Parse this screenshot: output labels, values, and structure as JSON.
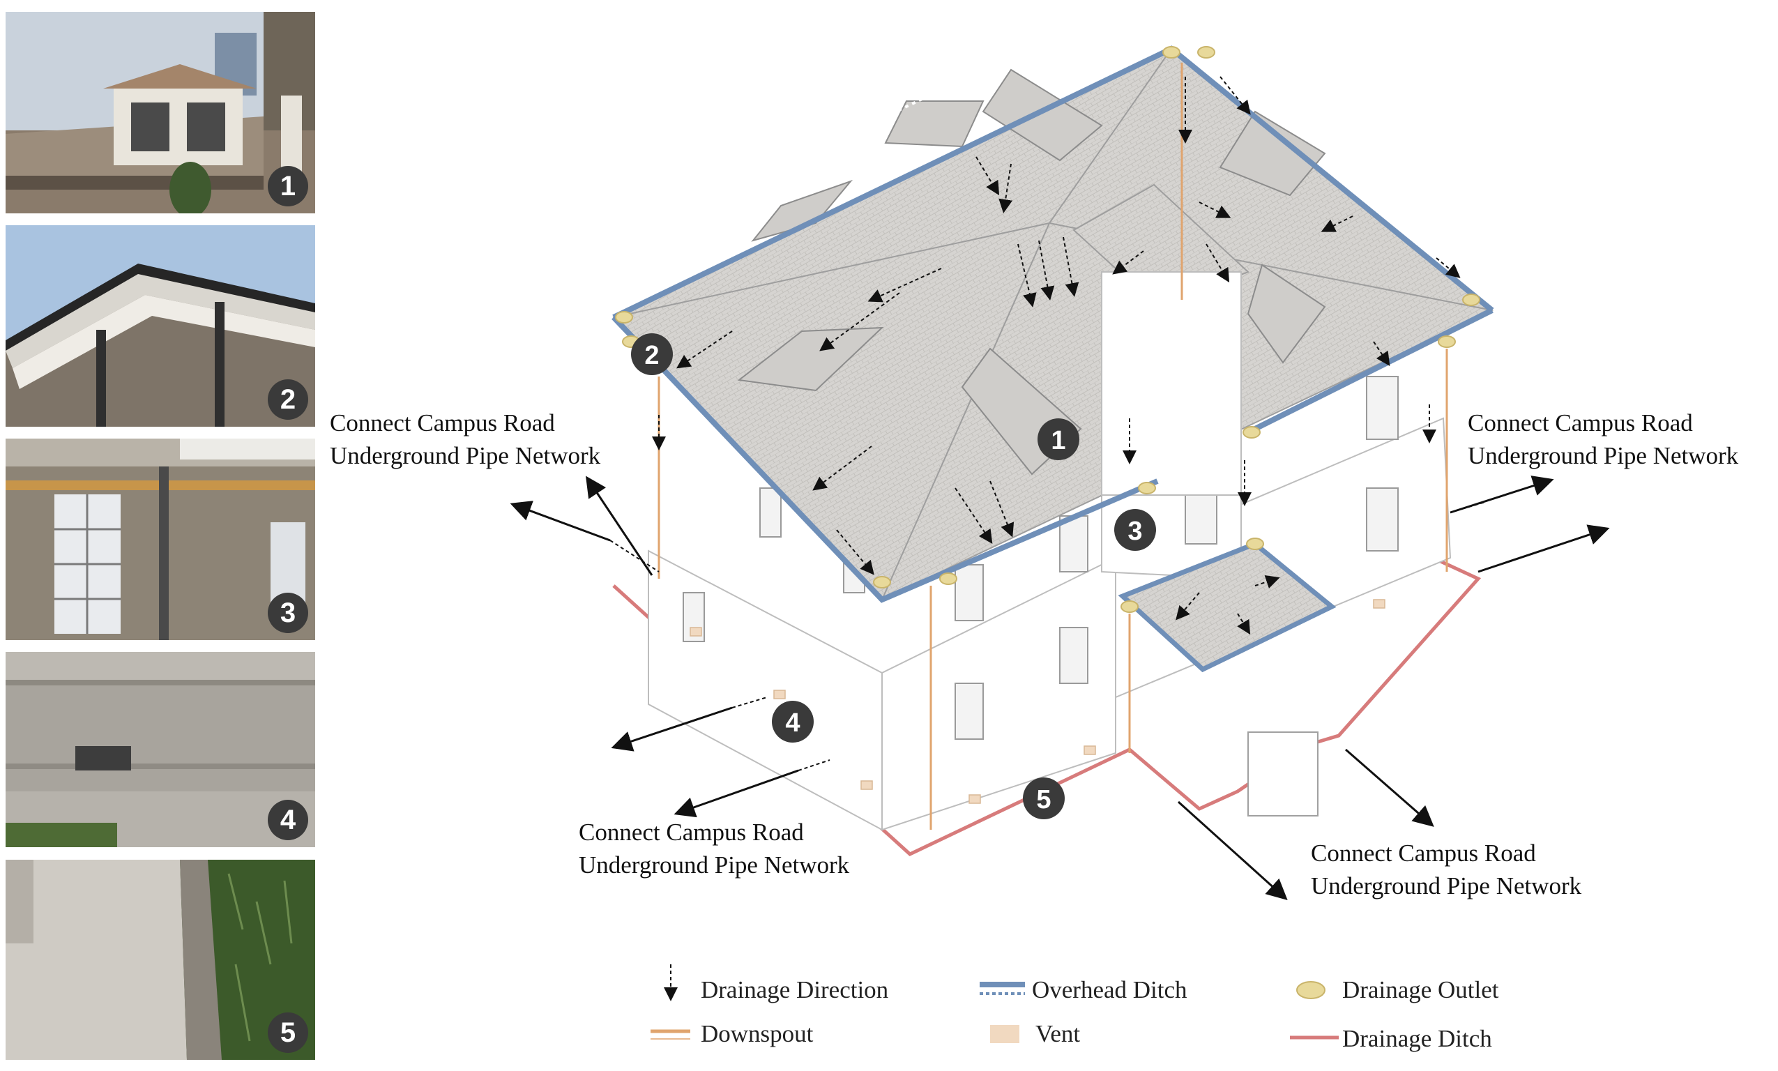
{
  "photos": [
    {
      "badge": "1",
      "subject": "dormer window on tiled roof"
    },
    {
      "badge": "2",
      "subject": "eaves gutter and downpipe"
    },
    {
      "badge": "3",
      "subject": "downspout on brick facade"
    },
    {
      "badge": "4",
      "subject": "plinth wall with vent"
    },
    {
      "badge": "5",
      "subject": "drainage ditch along wall"
    }
  ],
  "markers": [
    "1",
    "2",
    "3",
    "4",
    "5"
  ],
  "callouts": {
    "left_top": {
      "line1": "Connect Campus Road",
      "line2": "Underground Pipe Network"
    },
    "right_top": {
      "line1": "Connect Campus Road",
      "line2": "Underground Pipe Network"
    },
    "left_bottom": {
      "line1": "Connect Campus Road",
      "line2": "Underground Pipe Network"
    },
    "right_bottom": {
      "line1": "Connect Campus Road",
      "line2": "Underground Pipe Network"
    }
  },
  "legend": {
    "drainage_direction": "Drainage Direction",
    "overhead_ditch": "Overhead Ditch",
    "drainage_outlet": "Drainage Outlet",
    "downspout": "Downspout",
    "vent": "Vent",
    "drainage_ditch": "Drainage Ditch"
  },
  "colors": {
    "overhead_ditch": "#6f8fb8",
    "downspout": "#e0a46e",
    "drainage_ditch": "#d77b7b",
    "drainage_outlet": "#e8d99a",
    "vent": "#f1d9c0",
    "roof": "#d8d6d3",
    "marker": "#3a3a3a"
  }
}
